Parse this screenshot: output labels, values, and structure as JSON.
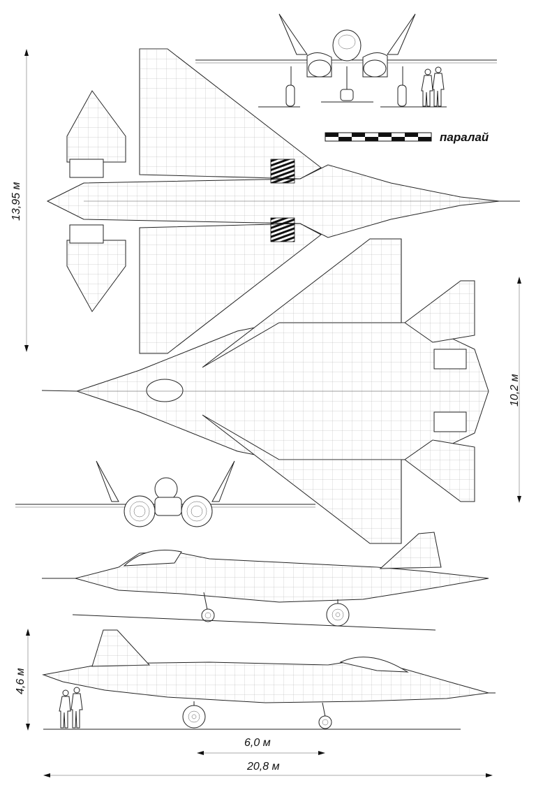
{
  "drawing": {
    "brand": "паралай",
    "dims": {
      "wingspan_top": "13,95 м",
      "wingspan_right": "10,2 м",
      "height": "4,6 м",
      "track": "6,0 м",
      "length": "20,8 м"
    }
  },
  "colors": {
    "ink": "#222222",
    "paper": "#ffffff"
  }
}
